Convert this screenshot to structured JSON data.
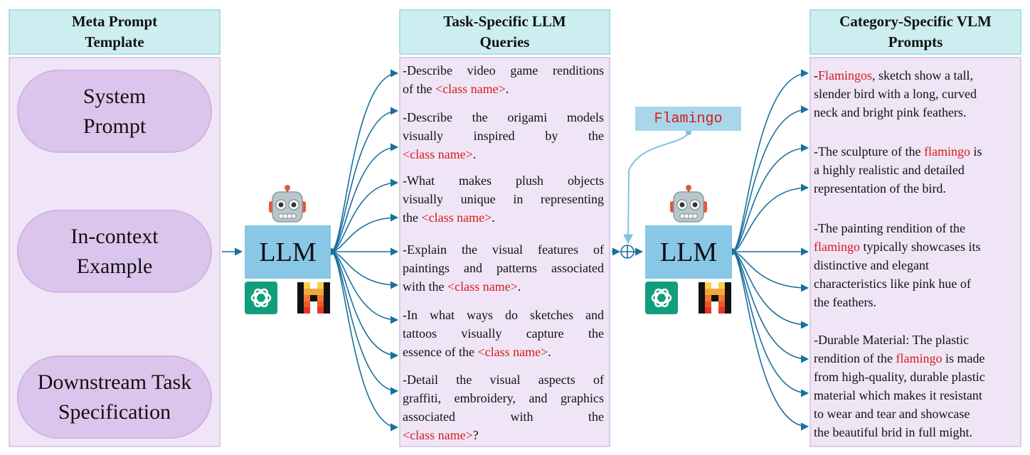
{
  "headers": {
    "meta": [
      "Meta Prompt",
      "Template"
    ],
    "task": [
      "Task-Specific LLM",
      "Queries"
    ],
    "category": [
      "Category-Specific VLM",
      "Prompts"
    ]
  },
  "meta_items": [
    [
      "System",
      "Prompt"
    ],
    [
      "In-context",
      "Example"
    ],
    [
      "Downstream Task",
      "Specification"
    ]
  ],
  "llm_label": "LLM",
  "class_chip": "Flamingo",
  "queries": [
    {
      "lines": [
        [
          "-Describe video game renditions",
          ""
        ],
        [
          "of the ",
          "<class name>",
          "."
        ]
      ]
    },
    {
      "lines": [
        [
          "-Describe the origami models",
          ""
        ],
        [
          "visually inspired by the",
          ""
        ],
        [
          "",
          "<class name>",
          "."
        ]
      ]
    },
    {
      "lines": [
        [
          "-What makes plush objects",
          ""
        ],
        [
          "visually unique in representing",
          ""
        ],
        [
          "the ",
          "<class name>",
          "."
        ]
      ]
    },
    {
      "lines": [
        [
          "-Explain the visual features of",
          ""
        ],
        [
          "paintings and patterns associated",
          ""
        ],
        [
          "with the ",
          "<class name>",
          "."
        ]
      ]
    },
    {
      "lines": [
        [
          "-In what ways do sketches and",
          ""
        ],
        [
          "tattoos visually capture the",
          ""
        ],
        [
          "essence of the ",
          "<class name>",
          "."
        ]
      ]
    },
    {
      "lines": [
        [
          "-Detail the visual aspects of",
          ""
        ],
        [
          "graffiti, embroidery, and graphics",
          ""
        ],
        [
          "associated with the",
          ""
        ],
        [
          "",
          "<class name>",
          "?"
        ]
      ]
    }
  ],
  "prompts": [
    {
      "lines": [
        [
          "-",
          "Flamingos",
          ", sketch show a tall,"
        ],
        [
          "slender bird with a long, curved",
          ""
        ],
        [
          "neck and bright pink feathers.",
          ""
        ]
      ]
    },
    {
      "lines": [
        [
          "-The sculpture of the ",
          "flamingo",
          " is"
        ],
        [
          "a highly realistic and detailed",
          ""
        ],
        [
          "representation of the bird.",
          ""
        ]
      ]
    },
    {
      "lines": [
        [
          "-The painting rendition of the",
          ""
        ],
        [
          "",
          "flamingo",
          " typically showcases its"
        ],
        [
          "distinctive and elegant",
          ""
        ],
        [
          "characteristics like pink hue of",
          ""
        ],
        [
          "the feathers.",
          ""
        ]
      ]
    },
    {
      "lines": [
        [
          "-Durable Material: The plastic",
          ""
        ],
        [
          "rendition of the ",
          "flamingo",
          " is made"
        ],
        [
          "from high-quality, durable plastic",
          ""
        ],
        [
          "material which makes it resistant",
          ""
        ],
        [
          "to wear and tear and showcase",
          ""
        ],
        [
          "the beautiful brid in full might.",
          ""
        ]
      ]
    }
  ],
  "colors": {
    "header_bg": "#cdeef0",
    "panel_bg": "#efe5f6",
    "pill_bg": "#dcc5ec",
    "llm_bg": "#89c7e7",
    "arrow": "#1a6f9c",
    "highlight": "#d71a1a"
  },
  "icons": [
    "robot-icon",
    "openai-logo-icon",
    "mistral-logo-icon"
  ]
}
